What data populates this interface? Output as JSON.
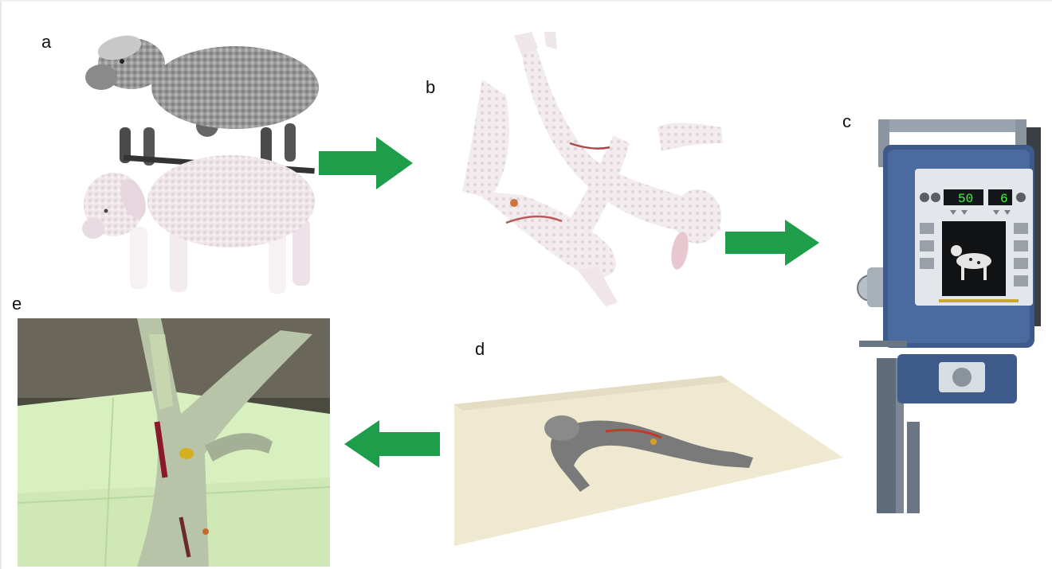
{
  "labels": {
    "a": "a",
    "b": "b",
    "c": "c",
    "d": "d",
    "e": "e"
  },
  "xray_panel": {
    "kv_display": "50",
    "mas_display": "6"
  },
  "colors": {
    "arrow": "#1e9e4a",
    "xray_body": "#3e5a8a",
    "display_digits": "#3cff3c",
    "lamb_wool": "#f4eef0",
    "specimen_dark": "#7a7a7a",
    "plate_green": "#d8f0c8"
  },
  "icons": {
    "flow_arrow": "right-arrow-icon",
    "return_arrow": "left-arrow-icon",
    "dog_silhouette": "dog-icon"
  }
}
